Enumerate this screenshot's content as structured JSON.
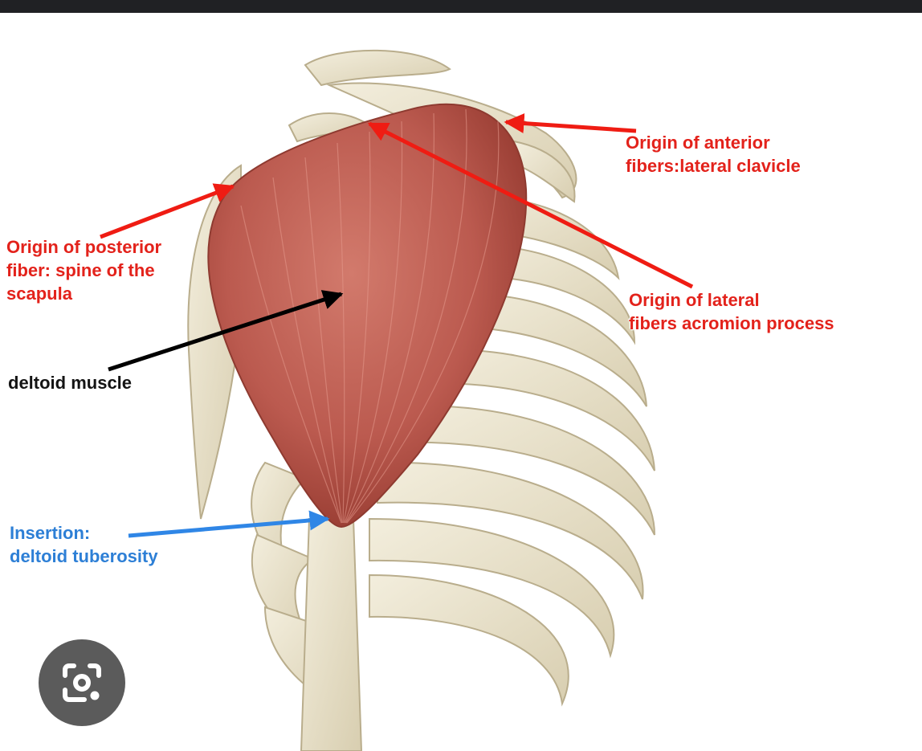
{
  "window": {
    "top_bar_color": "#202124"
  },
  "image": {
    "labels": {
      "anterior": "Origin of anterior\nfibers:lateral clavicle",
      "posterior": "Origin of posterior\nfiber: spine of the\nscapula",
      "lateral": "Origin of lateral\nfibers acromion process",
      "deltoid": "deltoid muscle",
      "insertion": "Insertion:\ndeltoid tuberosity"
    },
    "colors": {
      "red_label": "#e3221b",
      "blue_label": "#2d7fd6",
      "black_label": "#141414",
      "muscle": "#c06055",
      "bone": "#e6dec6"
    }
  },
  "lens_button": {
    "icon": "google-lens-icon"
  }
}
